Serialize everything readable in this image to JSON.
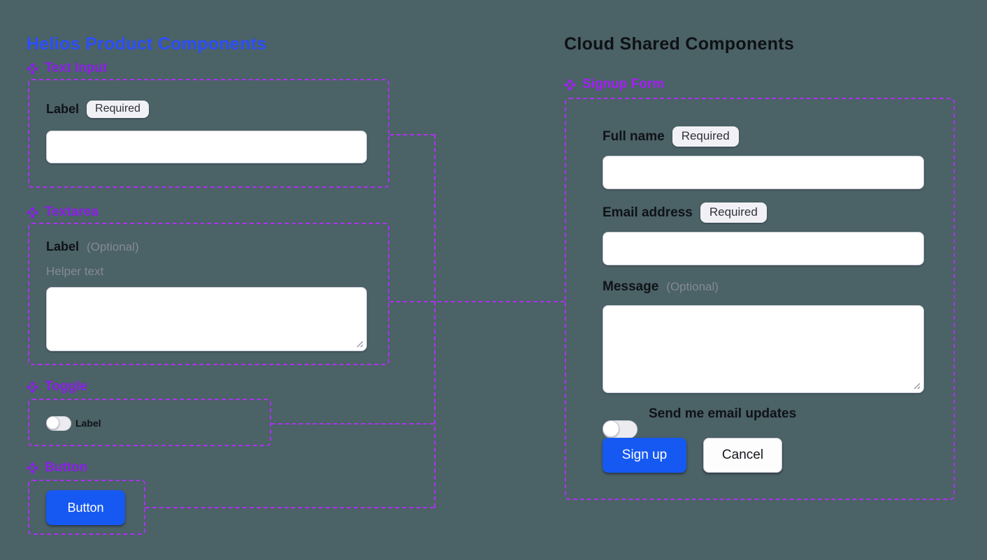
{
  "colors": {
    "background": "#4b6266",
    "helios_title": "#2b4eff",
    "cloud_title": "#0e1116",
    "helios_component_label": "#8b1fe8",
    "cloud_component_label": "#a320f5",
    "connector": "#ab32f0",
    "primary_button": "#1659f2",
    "primary_button_text": "#ffffff"
  },
  "icons": {
    "component": "❖",
    "resize": "⟋⟋"
  },
  "helios": {
    "title": "Helios Product Components",
    "text_input": {
      "heading": "Text Input",
      "label": "Label",
      "badge": "Required",
      "value": ""
    },
    "textarea": {
      "heading": "Textarea",
      "label": "Label",
      "optional": "(Optional)",
      "helper": "Helper text",
      "value": ""
    },
    "toggle": {
      "heading": "Toggle",
      "label": "Label",
      "state": "off"
    },
    "button": {
      "heading": "Button",
      "label": "Button"
    }
  },
  "cloud": {
    "title": "Cloud Shared Components",
    "signup_form": {
      "heading": "Signup Form",
      "full_name": {
        "label": "Full name",
        "badge": "Required",
        "value": ""
      },
      "email": {
        "label": "Email address",
        "badge": "Required",
        "value": ""
      },
      "message": {
        "label": "Message",
        "optional": "(Optional)",
        "value": ""
      },
      "email_updates": {
        "label": "Send me email updates",
        "state": "off"
      },
      "signup_button": "Sign up",
      "cancel_button": "Cancel"
    }
  }
}
